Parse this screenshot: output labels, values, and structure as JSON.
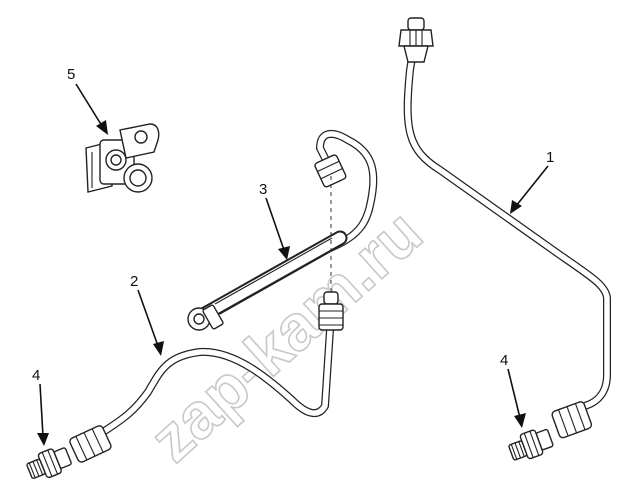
{
  "watermark": "zap-kam.ru",
  "callouts": {
    "c1": "1",
    "c2": "2",
    "c3": "3",
    "c4a": "4",
    "c4b": "4",
    "c5": "5"
  }
}
